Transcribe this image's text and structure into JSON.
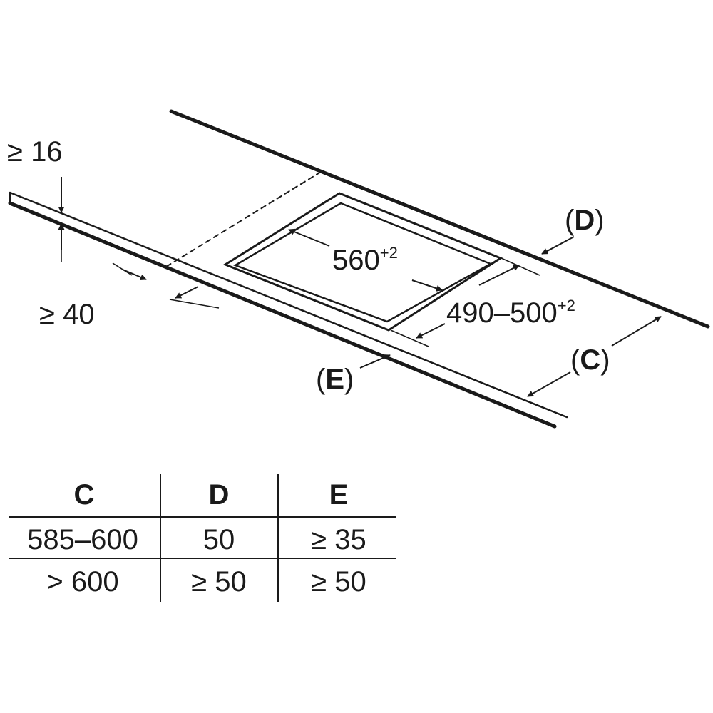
{
  "dimensions": {
    "min_thickness": "≥ 16",
    "min_front_edge": "≥ 40",
    "cutout_width": "560",
    "cutout_width_tol": "+2",
    "cutout_depth": "490–500",
    "cutout_depth_tol": "+2"
  },
  "callouts": {
    "c": "C",
    "d": "D",
    "e": "E"
  },
  "table": {
    "headers": [
      "C",
      "D",
      "E"
    ],
    "rows": [
      [
        "585–600",
        "50",
        "≥ 35"
      ],
      [
        "> 600",
        "≥ 50",
        "≥ 50"
      ]
    ]
  }
}
